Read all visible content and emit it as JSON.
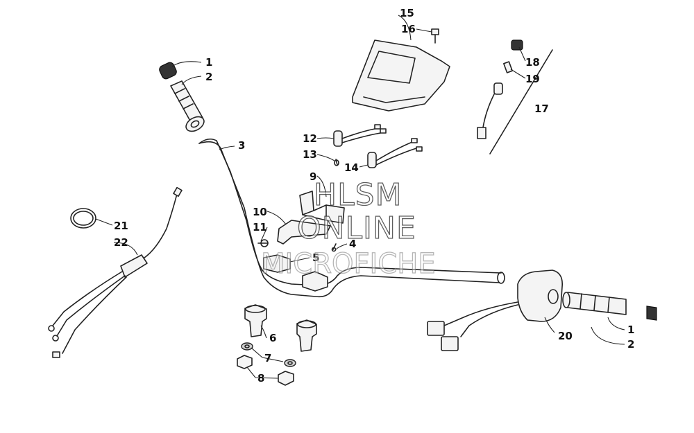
{
  "callouts": [
    {
      "id": "c1a",
      "text": "1"
    },
    {
      "id": "c2a",
      "text": "2"
    },
    {
      "id": "c3",
      "text": "3"
    },
    {
      "id": "c4",
      "text": "4"
    },
    {
      "id": "c5",
      "text": "5"
    },
    {
      "id": "c6",
      "text": "6"
    },
    {
      "id": "c7",
      "text": "7"
    },
    {
      "id": "c8",
      "text": "8"
    },
    {
      "id": "c9",
      "text": "9"
    },
    {
      "id": "c10",
      "text": "10"
    },
    {
      "id": "c11",
      "text": "11"
    },
    {
      "id": "c12",
      "text": "12"
    },
    {
      "id": "c13",
      "text": "13"
    },
    {
      "id": "c14",
      "text": "14"
    },
    {
      "id": "c15",
      "text": "15"
    },
    {
      "id": "c16",
      "text": "16"
    },
    {
      "id": "c17",
      "text": "17"
    },
    {
      "id": "c18",
      "text": "18"
    },
    {
      "id": "c19",
      "text": "19"
    },
    {
      "id": "c20",
      "text": "20"
    },
    {
      "id": "c21",
      "text": "21"
    },
    {
      "id": "c22",
      "text": "22"
    },
    {
      "id": "c1b",
      "text": "1"
    },
    {
      "id": "c2b",
      "text": "2"
    }
  ],
  "watermark": {
    "line1": "HLSM",
    "line2": "ONLINE",
    "line3": "MICROFICHE"
  }
}
